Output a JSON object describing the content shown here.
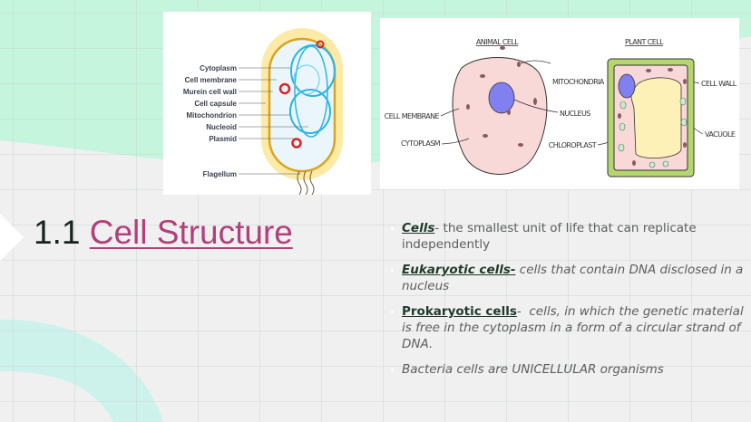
{
  "colors": {
    "mint": "#c5f5dd",
    "accent_pink": "#b23f7a",
    "term_green": "#1e3a2a",
    "arc": "#cdf2ec"
  },
  "bacteria_diagram": {
    "labels": [
      "Cytoplasm",
      "Cell membrane",
      "Murein cell wall",
      "Cell capsule",
      "Mitochondrion",
      "Nucleoid",
      "Plasmid",
      "Flagellum"
    ]
  },
  "cells_diagram": {
    "animal_title": "ANIMAL CELL",
    "plant_title": "PLANT CELL",
    "animal_labels": {
      "mitochondria": "MITOCHONDRIA",
      "nucleus": "NUCLEUS",
      "cell_membrane": "CELL MEMBRANE",
      "cytoplasm": "CYTOPLASM"
    },
    "plant_labels": {
      "cell_wall": "CELL WALL",
      "vacuole": "VACUOLE",
      "chloroplast": "CHLOROPLAST"
    }
  },
  "title": {
    "number": "1.1",
    "link": "Cell Structure"
  },
  "bullets": [
    {
      "term": "Cells",
      "text": "- the smallest unit of life that can replicate independently"
    },
    {
      "term": "Eukaryotic cells-",
      "text": " cells that contain DNA disclosed in a nucleus"
    },
    {
      "term": "Prokaryotic cells",
      "sep": "-  ",
      "text": "cells, in which the genetic material is free in the cytoplasm in a form of a circular strand of DNA."
    },
    {
      "text": "Bacteria cells are UNICELLULAR organisms"
    }
  ]
}
